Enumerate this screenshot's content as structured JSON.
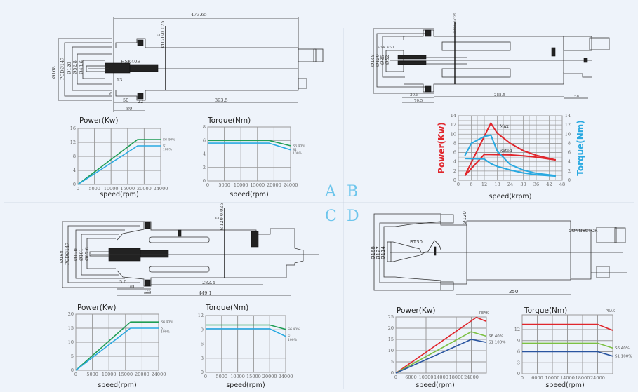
{
  "quadrant_letters": {
    "a": "A",
    "b": "B",
    "c": "C",
    "d": "D"
  },
  "colors": {
    "green": "#1f9d55",
    "cyan": "#29a9e1",
    "red": "#e0262c",
    "blue": "#2a55a0",
    "lightgreen": "#7cc043",
    "grid": "#9a9a9a",
    "letters": "#6cc5ec"
  },
  "drawings": {
    "A": {
      "overall_length": "473.65",
      "tool_holder": "HSK40E",
      "d168": "Ø168",
      "pcd": "PCDØ147",
      "d120": "Ø120",
      "d52": "Ø52.8",
      "d43": "Ø43.6",
      "body_dia": "Ø120-0.025",
      "tol0": "0",
      "dim13": "13",
      "dim6": "6",
      "dim50": "50",
      "dim22": "22",
      "dim80": "80",
      "dim393": "393.5"
    },
    "B": {
      "tool_holder": "HSK.E50",
      "d148": "Ø148",
      "d120": "Ø120",
      "d85": "Ø85",
      "d52": "Ø52",
      "body_dia": "Ø120-0.025",
      "dim30": "30.5",
      "dim70": "70.5",
      "dim288": "288.5",
      "dim58": "58"
    },
    "C": {
      "d168": "Ø168",
      "pcd": "PCDØ147",
      "d120": "Ø120",
      "d101": "Ø101",
      "d67": "Ø67.6",
      "body_dia": "Ø120-0.025",
      "tol0": "0",
      "dim5": "5.0",
      "dim70": "70",
      "dim25": "25",
      "dim282": "282.4",
      "dim449": "449.1"
    },
    "D": {
      "d168": "Ø168",
      "d127": "Ø127",
      "d114": "Ø114",
      "tool_holder": "BT30",
      "body_dia": "Ø120",
      "dim250": "250",
      "connector": "CONNECTOR"
    }
  },
  "chart_data": [
    {
      "id": "A-power",
      "type": "line",
      "title": "Power(Kw)",
      "xlabel": "speed(rpm)",
      "xticks": [
        0,
        5000,
        10000,
        15000,
        20000,
        24000
      ],
      "xmax": 24000,
      "ylim": [
        0,
        16
      ],
      "yticks": [
        0,
        4,
        8,
        12,
        16
      ],
      "series": [
        {
          "name": "S6 40%",
          "label": [
            "S6 40%"
          ],
          "color": "#1f9d55",
          "points": [
            [
              0,
              0
            ],
            [
              18000,
              12.8
            ],
            [
              24000,
              12.8
            ]
          ]
        },
        {
          "name": "S1 100%",
          "label": [
            "S1",
            "100%"
          ],
          "color": "#29a9e1",
          "points": [
            [
              0,
              0
            ],
            [
              18000,
              11
            ],
            [
              24000,
              11
            ]
          ]
        }
      ]
    },
    {
      "id": "A-torque",
      "type": "line",
      "title": "Torque(Nm)",
      "xlabel": "speed(rpm)",
      "xticks": [
        0,
        5000,
        10000,
        15000,
        20000,
        24000
      ],
      "xmax": 24000,
      "ylim": [
        0,
        8
      ],
      "yticks": [
        0,
        2,
        4,
        6,
        8
      ],
      "series": [
        {
          "name": "S6 40%",
          "label": [
            "S6 40%"
          ],
          "color": "#1f9d55",
          "points": [
            [
              0,
              6
            ],
            [
              18500,
              6
            ],
            [
              24000,
              5.2
            ]
          ]
        },
        {
          "name": "S1 100%",
          "label": [
            "S1",
            "100%"
          ],
          "color": "#29a9e1",
          "points": [
            [
              0,
              5.6
            ],
            [
              18500,
              5.6
            ],
            [
              24000,
              4.6
            ]
          ]
        }
      ]
    },
    {
      "id": "B",
      "type": "line",
      "title": "",
      "ylabel_left": "Power(Kw)",
      "ylabel_right": "Torque(Nm)",
      "xlabel": "speed(krpm)",
      "xticks": [
        0,
        6,
        12,
        18,
        24,
        30,
        36,
        42,
        48
      ],
      "xmax": 48,
      "ylim": [
        0,
        14
      ],
      "yticks": [
        0,
        2,
        4,
        6,
        8,
        10,
        12,
        14
      ],
      "dual_axis": true,
      "series": [
        {
          "name": "Power Max",
          "axis": "left",
          "color": "#e0262c",
          "label_text": "Max",
          "label_at": [
            19,
            11.4
          ],
          "points": [
            [
              3,
              1
            ],
            [
              15,
              12.4
            ],
            [
              18,
              10.2
            ],
            [
              24,
              8
            ],
            [
              30,
              6.4
            ],
            [
              36,
              5.4
            ],
            [
              45,
              4.4
            ]
          ]
        },
        {
          "name": "Power Rated",
          "axis": "left",
          "color": "#e0262c",
          "label_text": "Rated",
          "label_at": [
            19,
            6.1
          ],
          "points": [
            [
              3,
              1
            ],
            [
              12,
              5.6
            ],
            [
              24,
              5.5
            ],
            [
              30,
              5.3
            ],
            [
              36,
              5
            ],
            [
              45,
              4.4
            ]
          ]
        },
        {
          "name": "Torque Max",
          "axis": "right",
          "color": "#29a9e1",
          "points": [
            [
              3,
              5.3
            ],
            [
              6,
              8
            ],
            [
              12,
              9.5
            ],
            [
              15,
              9.8
            ],
            [
              18,
              6.3
            ],
            [
              24,
              3.4
            ],
            [
              30,
              2.2
            ],
            [
              36,
              1.5
            ],
            [
              45,
              1
            ]
          ]
        },
        {
          "name": "Torque Rated",
          "axis": "right",
          "color": "#29a9e1",
          "points": [
            [
              3,
              4.7
            ],
            [
              12,
              4.6
            ],
            [
              15,
              3.6
            ],
            [
              18,
              3
            ],
            [
              24,
              2.2
            ],
            [
              30,
              1.6
            ],
            [
              36,
              1.2
            ],
            [
              45,
              0.9
            ]
          ]
        }
      ]
    },
    {
      "id": "C-power",
      "type": "line",
      "title": "Power(Kw)",
      "xlabel": "speed(rpm)",
      "xticks": [
        0,
        5000,
        10000,
        15000,
        20000,
        24000
      ],
      "xmax": 24000,
      "ylim": [
        0,
        20
      ],
      "yticks": [
        0,
        5,
        10,
        15,
        20
      ],
      "series": [
        {
          "name": "S6 40%",
          "label": [
            "S6 40%"
          ],
          "color": "#1f9d55",
          "points": [
            [
              0,
              0
            ],
            [
              16500,
              17.2
            ],
            [
              24000,
              17.2
            ]
          ]
        },
        {
          "name": "S1 100%",
          "label": [
            "S1",
            "100%"
          ],
          "color": "#29a9e1",
          "points": [
            [
              0,
              0
            ],
            [
              16500,
              15
            ],
            [
              24000,
              15
            ]
          ]
        }
      ]
    },
    {
      "id": "C-torque",
      "type": "line",
      "title": "Torque(Nm)",
      "xlabel": "speed(rpm)",
      "xticks": [
        0,
        5000,
        10000,
        15000,
        20000,
        24000
      ],
      "xmax": 24000,
      "ylim": [
        0,
        12
      ],
      "yticks": [
        0,
        3,
        6,
        9,
        12
      ],
      "series": [
        {
          "name": "S6 40%",
          "label": [
            "S6 40%"
          ],
          "color": "#1f9d55",
          "points": [
            [
              0,
              10
            ],
            [
              20000,
              10
            ],
            [
              24000,
              9.1
            ]
          ]
        },
        {
          "name": "S1 100%",
          "label": [
            "S1",
            "100%"
          ],
          "color": "#29a9e1",
          "points": [
            [
              0,
              9.2
            ],
            [
              20000,
              9.2
            ],
            [
              24000,
              7.6
            ]
          ]
        }
      ]
    },
    {
      "id": "D-power",
      "type": "line",
      "title": "Power(Kw)",
      "xlabel": "speed(rpm)",
      "xticks": [
        0,
        6000,
        10000,
        14000,
        18000,
        24000
      ],
      "xmax": 30000,
      "ylim": [
        0,
        25
      ],
      "yticks": [
        0,
        5,
        10,
        15,
        20,
        25
      ],
      "series": [
        {
          "name": "PEAK",
          "label_top": "PEAK",
          "color": "#e0262c",
          "points": [
            [
              0,
              0
            ],
            [
              26000,
              24.8
            ],
            [
              30000,
              23
            ]
          ]
        },
        {
          "name": "S6 40%",
          "label": [
            "S6 40%"
          ],
          "color": "#7cc043",
          "points": [
            [
              0,
              0
            ],
            [
              24000,
              18.4
            ],
            [
              30000,
              16.4
            ]
          ]
        },
        {
          "name": "S1 100%",
          "label": [
            "S1 100%"
          ],
          "color": "#2a55a0",
          "points": [
            [
              0,
              0
            ],
            [
              24000,
              15
            ],
            [
              30000,
              13.7
            ]
          ]
        }
      ]
    },
    {
      "id": "D-torque",
      "type": "line",
      "title": "Torque(Nm)",
      "xlabel": "speed(rpm)",
      "xticks": [
        0,
        6000,
        10000,
        14000,
        18000,
        24000
      ],
      "xmax": 30000,
      "ylim": [
        0,
        16
      ],
      "yticks": [
        0,
        3,
        6,
        9,
        12
      ],
      "series": [
        {
          "name": "PEAK",
          "label_top": "PEAK",
          "color": "#e0262c",
          "points": [
            [
              0,
              13.4
            ],
            [
              24000,
              13.4
            ],
            [
              30000,
              11.8
            ]
          ]
        },
        {
          "name": "S6 40%",
          "label": [
            "S6 40%"
          ],
          "color": "#7cc043",
          "points": [
            [
              0,
              8.3
            ],
            [
              24000,
              8.3
            ],
            [
              30000,
              7
            ]
          ]
        },
        {
          "name": "S1 100%",
          "label": [
            "S1 100%"
          ],
          "color": "#2a55a0",
          "points": [
            [
              0,
              6
            ],
            [
              24000,
              6
            ],
            [
              30000,
              4.8
            ]
          ]
        }
      ]
    }
  ]
}
